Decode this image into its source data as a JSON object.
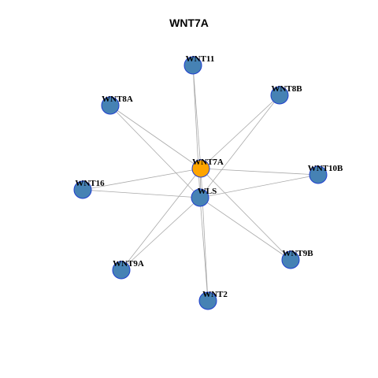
{
  "title": "WNT7A",
  "colors": {
    "center_node": "#ffa500",
    "node": "#4682b4",
    "node_border": "#1f3fcf",
    "edge": "#a9a9a9"
  },
  "nodes": [
    {
      "id": "WNT7A",
      "label": "WNT7A",
      "type": "center"
    },
    {
      "id": "WLS",
      "label": "WLS",
      "type": "node"
    },
    {
      "id": "WNT11",
      "label": "WNT11",
      "type": "node"
    },
    {
      "id": "WNT8B",
      "label": "WNT8B",
      "type": "node"
    },
    {
      "id": "WNT8A",
      "label": "WNT8A",
      "type": "node"
    },
    {
      "id": "WNT10B",
      "label": "WNT10B",
      "type": "node"
    },
    {
      "id": "WNT16",
      "label": "WNT16",
      "type": "node"
    },
    {
      "id": "WNT9B",
      "label": "WNT9B",
      "type": "node"
    },
    {
      "id": "WNT9A",
      "label": "WNT9A",
      "type": "node"
    },
    {
      "id": "WNT2",
      "label": "WNT2",
      "type": "node"
    }
  ],
  "edges": [
    [
      "WNT7A",
      "WLS"
    ],
    [
      "WNT7A",
      "WNT11"
    ],
    [
      "WNT7A",
      "WNT8B"
    ],
    [
      "WNT7A",
      "WNT8A"
    ],
    [
      "WNT7A",
      "WNT10B"
    ],
    [
      "WNT7A",
      "WNT16"
    ],
    [
      "WNT7A",
      "WNT9B"
    ],
    [
      "WNT7A",
      "WNT9A"
    ],
    [
      "WNT7A",
      "WNT2"
    ],
    [
      "WLS",
      "WNT11"
    ],
    [
      "WLS",
      "WNT8B"
    ],
    [
      "WLS",
      "WNT8A"
    ],
    [
      "WLS",
      "WNT10B"
    ],
    [
      "WLS",
      "WNT16"
    ],
    [
      "WLS",
      "WNT9B"
    ],
    [
      "WLS",
      "WNT9A"
    ],
    [
      "WLS",
      "WNT2"
    ]
  ]
}
